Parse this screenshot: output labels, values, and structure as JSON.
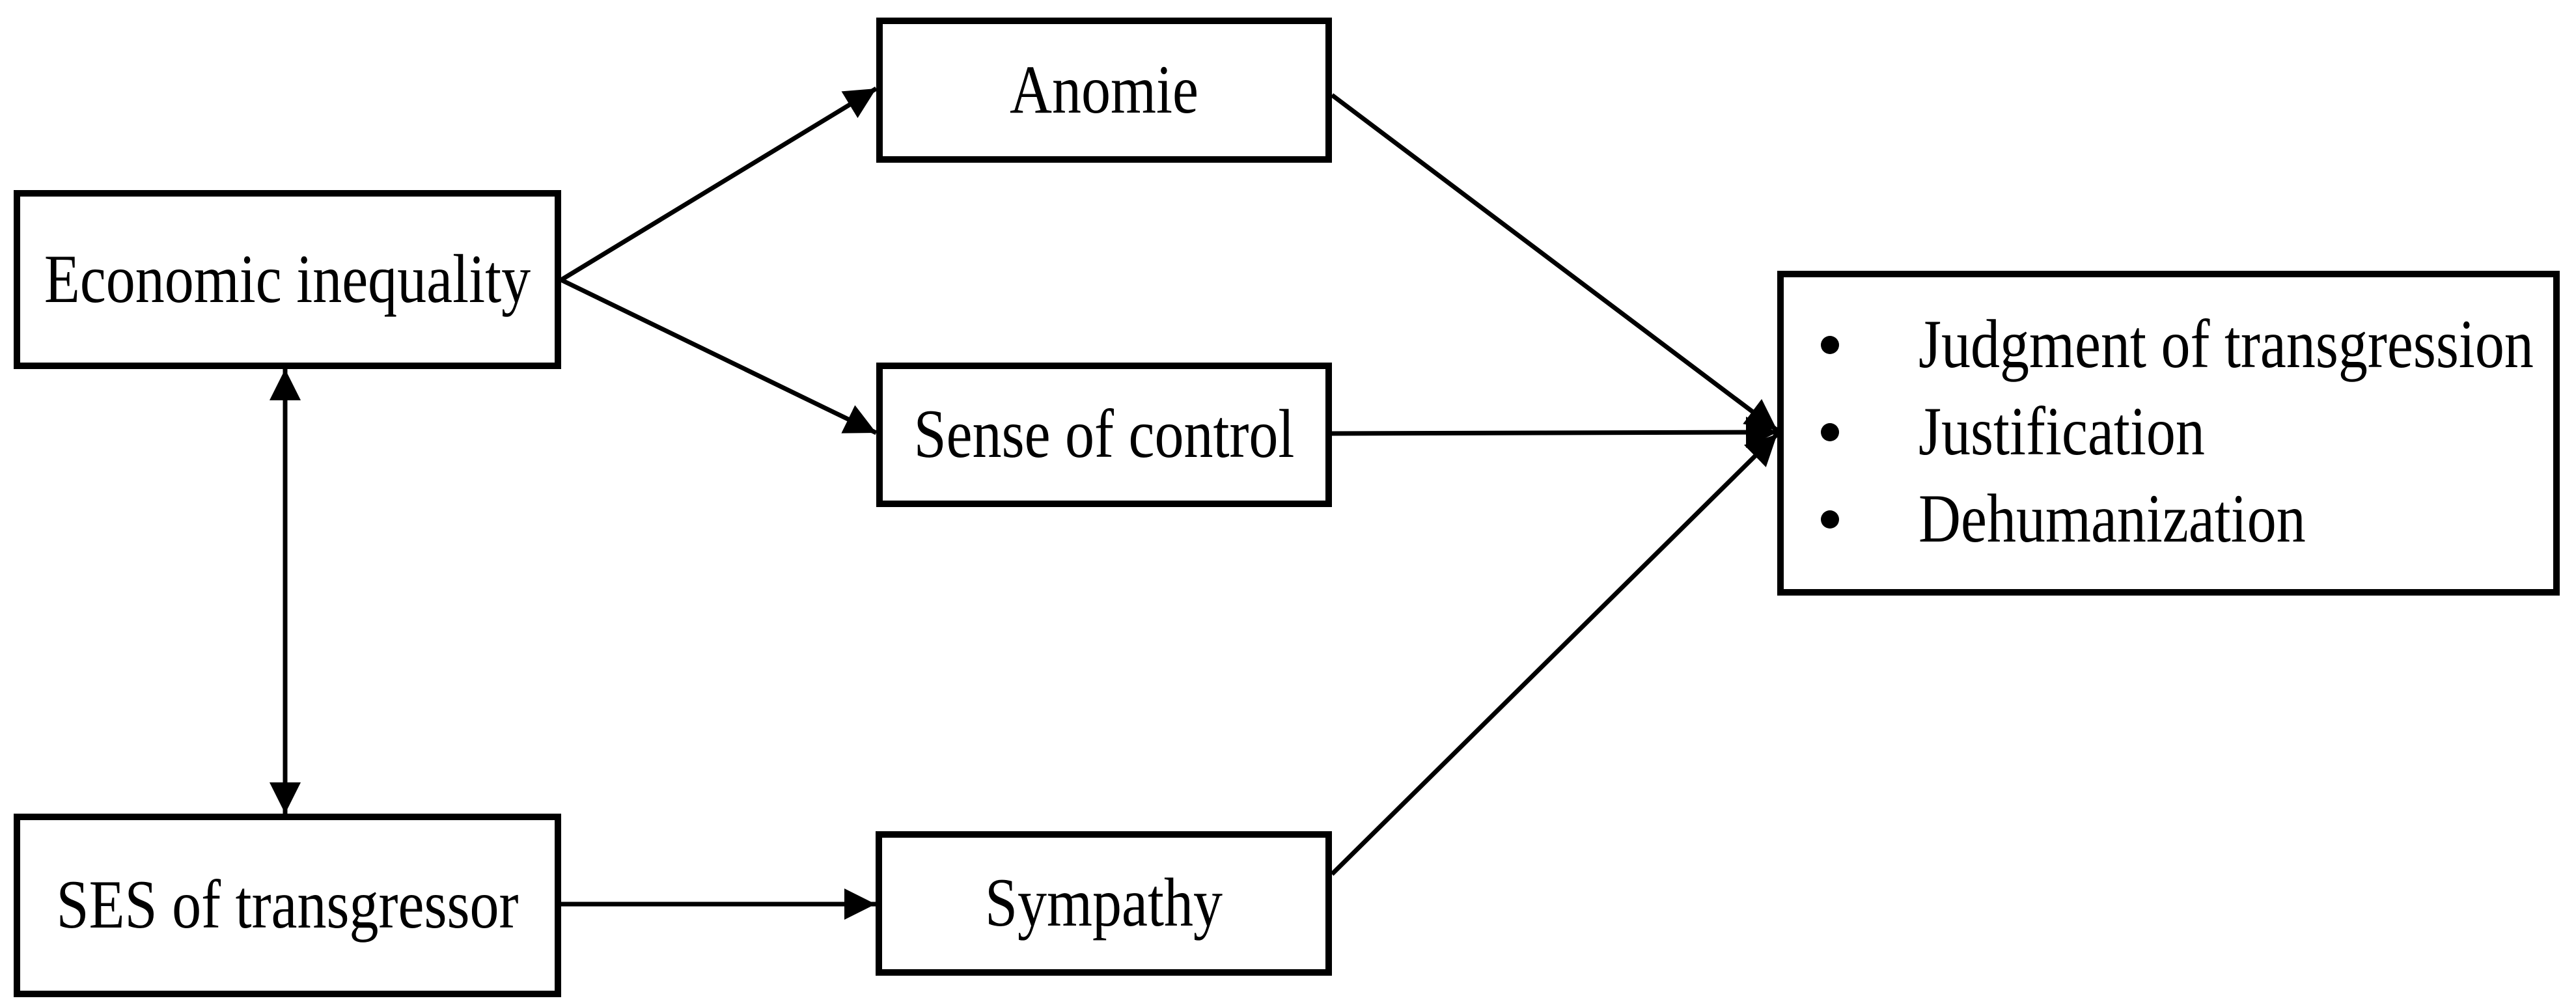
{
  "colors": {
    "ink": "#000000",
    "background": "#ffffff"
  },
  "nodes": {
    "economic_inequality": {
      "label": "Economic inequality"
    },
    "ses_of_transgressor": {
      "label": "SES of transgressor"
    },
    "anomie": {
      "label": "Anomie"
    },
    "sense_of_control": {
      "label": "Sense of control"
    },
    "sympathy": {
      "label": "Sympathy"
    },
    "outcomes": {
      "items": [
        "Judgment of transgression",
        "Justification",
        "Dehumanization"
      ]
    }
  },
  "edges": [
    {
      "from": "Economic inequality",
      "to": "Anomie",
      "style": "arrow"
    },
    {
      "from": "Economic inequality",
      "to": "Sense of control",
      "style": "arrow"
    },
    {
      "from": "Economic inequality",
      "to": "SES of transgressor",
      "style": "double-headed-arrow"
    },
    {
      "from": "SES of transgressor",
      "to": "Sympathy",
      "style": "arrow"
    },
    {
      "from": "Anomie",
      "to": "Outcomes",
      "style": "arrow"
    },
    {
      "from": "Sense of control",
      "to": "Outcomes",
      "style": "arrow"
    },
    {
      "from": "Sympathy",
      "to": "Outcomes",
      "style": "arrow"
    }
  ]
}
